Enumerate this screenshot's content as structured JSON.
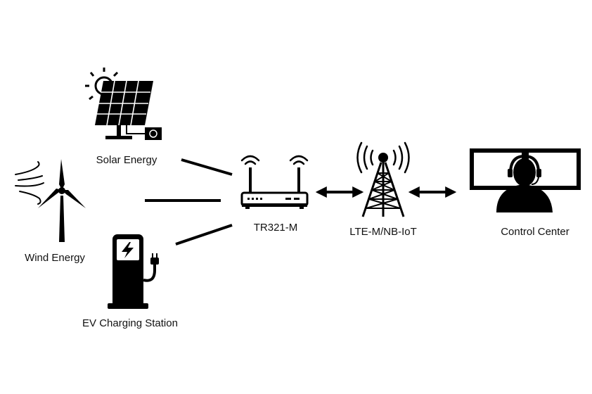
{
  "diagram": {
    "colors": {
      "ink": "#000000",
      "background": "#ffffff"
    },
    "nodes": {
      "solar": {
        "label": "Solar Energy",
        "icon": "solar-panel-icon"
      },
      "wind": {
        "label": "Wind Energy",
        "icon": "wind-turbine-icon"
      },
      "ev": {
        "label": "EV Charging Station",
        "icon": "ev-charger-icon"
      },
      "router": {
        "label": "TR321-M",
        "icon": "router-icon"
      },
      "tower": {
        "label": "LTE-M/NB-IoT",
        "icon": "cell-tower-icon"
      },
      "control": {
        "label": "Control Center",
        "icon": "operator-monitors-icon"
      }
    },
    "edges": [
      {
        "from": "solar",
        "to": "router",
        "style": "line"
      },
      {
        "from": "wind",
        "to": "router",
        "style": "line"
      },
      {
        "from": "ev",
        "to": "router",
        "style": "line"
      },
      {
        "from": "router",
        "to": "tower",
        "style": "double-arrow"
      },
      {
        "from": "tower",
        "to": "control",
        "style": "double-arrow"
      }
    ]
  }
}
